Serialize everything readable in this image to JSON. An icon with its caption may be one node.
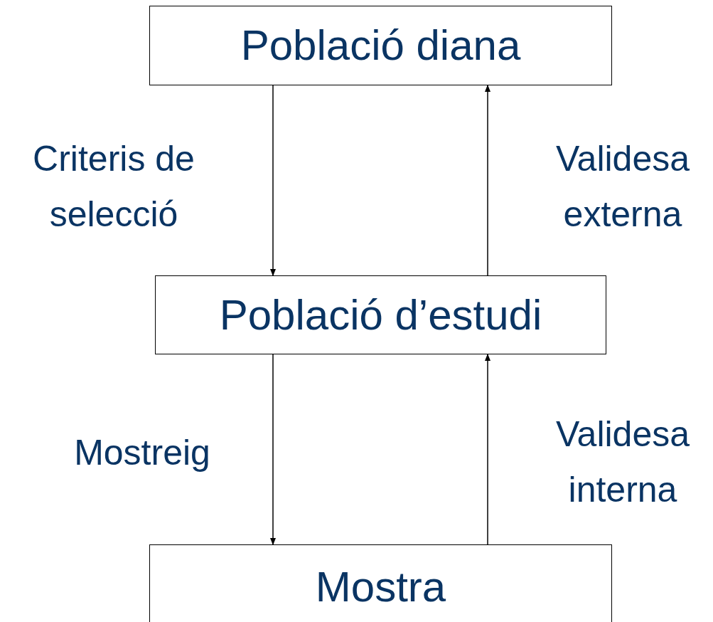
{
  "diagram": {
    "nodes": [
      {
        "text": [
          "Població diana"
        ]
      },
      {
        "text": [
          "Població d’estudi"
        ]
      },
      {
        "text": [
          "Mostra"
        ]
      }
    ],
    "edges": [
      {
        "from": 0,
        "to": 1,
        "arrow": "to",
        "label": "Criteris de selecció"
      },
      {
        "from": 1,
        "to": 0,
        "arrow": "to",
        "label": "Validesa externa"
      },
      {
        "from": 1,
        "to": 2,
        "arrow": "to",
        "label": "Mostreig"
      },
      {
        "from": 2,
        "to": 1,
        "arrow": "to",
        "label": "Validesa interna"
      }
    ]
  }
}
